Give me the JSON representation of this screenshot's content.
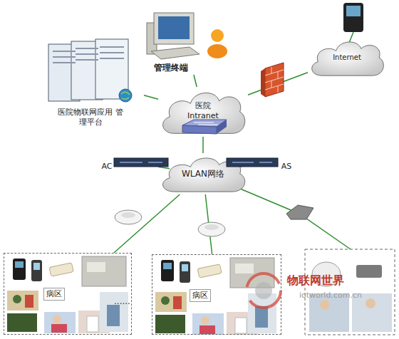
{
  "diagram": {
    "nodes": [
      {
        "text": [
          "管理终端"
        ]
      },
      {
        "text": [
          "Internet"
        ]
      },
      {
        "text": [
          "医院物联网应用 管理平台"
        ]
      },
      {
        "text": [
          "医院 Intranet"
        ]
      },
      {
        "text": [
          "AC"
        ]
      },
      {
        "text": [
          "WLAN网络"
        ]
      },
      {
        "text": [
          "AS"
        ]
      },
      {
        "text": [
          "病区"
        ]
      },
      {
        "text": [
          "病区"
        ]
      }
    ],
    "edges": [
      {
        "from": 2,
        "to": 3,
        "arrow": "none"
      },
      {
        "from": 0,
        "to": 3,
        "arrow": "none"
      },
      {
        "from": 3,
        "to": 1,
        "arrow": "none"
      },
      {
        "from": 3,
        "to": 5,
        "arrow": "none"
      },
      {
        "from": 4,
        "to": 5,
        "arrow": "none"
      },
      {
        "from": 6,
        "to": 5,
        "arrow": "none"
      },
      {
        "from": 5,
        "to": 7,
        "arrow": "none"
      },
      {
        "from": 5,
        "to": 8,
        "arrow": "none"
      }
    ],
    "labels": [
      "......",
      "物联网世界",
      "iotworld.com.cn"
    ]
  }
}
